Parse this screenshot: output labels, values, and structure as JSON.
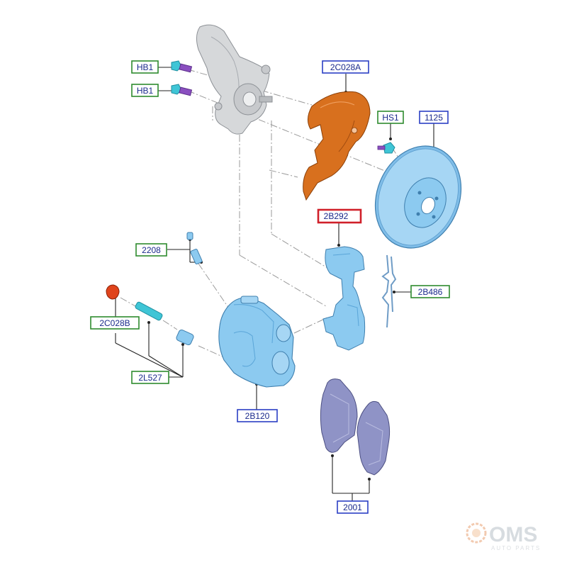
{
  "diagram": {
    "labels": [
      {
        "id": "hb1-top",
        "text": "HB1",
        "box": "green"
      },
      {
        "id": "hb1-bot",
        "text": "HB1",
        "box": "green"
      },
      {
        "id": "2c028a",
        "text": "2C028A",
        "box": "blue"
      },
      {
        "id": "hs1",
        "text": "HS1",
        "box": "green"
      },
      {
        "id": "1125",
        "text": "1125",
        "box": "blue"
      },
      {
        "id": "2b292",
        "text": "2B292",
        "box": "red"
      },
      {
        "id": "2208",
        "text": "2208",
        "box": "green"
      },
      {
        "id": "2b486",
        "text": "2B486",
        "box": "green"
      },
      {
        "id": "2c028b",
        "text": "2C028B",
        "box": "green"
      },
      {
        "id": "2l527",
        "text": "2L527",
        "box": "green"
      },
      {
        "id": "2b120",
        "text": "2B120",
        "box": "blue"
      },
      {
        "id": "2001",
        "text": "2001",
        "box": "blue"
      }
    ]
  },
  "watermark": {
    "brand": "OMS",
    "tagline": "AUTO PARTS"
  },
  "colors": {
    "green_box": "#2e8b2e",
    "blue_box": "#2b3fc4",
    "red_box": "#d0202a",
    "label_text": "#1a2a8c",
    "part_blue": "#8ccaf0",
    "part_blue_dark": "#5aa5d8",
    "shield_orange": "#d8701e",
    "pad_purple": "#8f93c6",
    "knuckle_grey": "#d6d8da",
    "bolt_cyan": "#3fc5d6",
    "bolt_purple": "#8a4fc0",
    "cap_red": "#e0441c"
  }
}
